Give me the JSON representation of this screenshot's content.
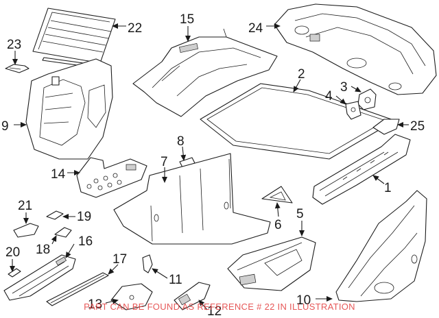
{
  "callouts": {
    "c1": "1",
    "c2": "2",
    "c3": "3",
    "c4": "4",
    "c5": "5",
    "c6": "6",
    "c7": "7",
    "c8": "8",
    "c9": "9",
    "c10": "10",
    "c11": "11",
    "c12": "12",
    "c13": "13",
    "c14": "14",
    "c15": "15",
    "c16": "16",
    "c17": "17",
    "c18": "18",
    "c19": "19",
    "c20": "20",
    "c21": "21",
    "c22": "22",
    "c23": "23",
    "c24": "24",
    "c25": "25"
  },
  "watermark": "PART CAN BE FOUND AS REFERENCE # 22 IN ILLUSTRATION",
  "colors": {
    "line": "#1a1a1a",
    "watermark": "#e23a3a",
    "background": "#ffffff"
  }
}
